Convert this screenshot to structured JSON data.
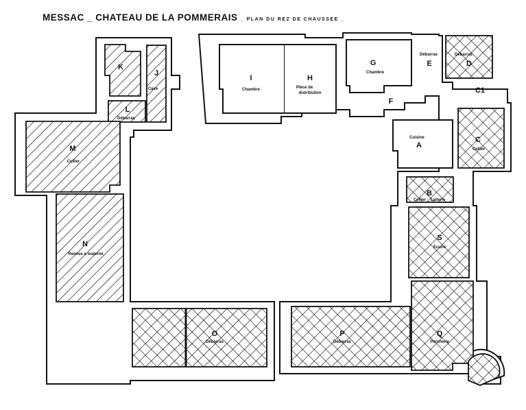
{
  "title": {
    "main": "MESSAC _ CHATEAU DE LA POMMERAIS",
    "sub": "_ PLAN DU REZ DE CHAUSSEE _"
  },
  "rooms": {
    "A": {
      "letter": "A",
      "label": "Cuisine"
    },
    "B": {
      "letter": "B",
      "label": "Cellier _ Laiterie"
    },
    "C": {
      "letter": "C",
      "label": "Cellier"
    },
    "C1": {
      "letter": "C1"
    },
    "D": {
      "letter": "D",
      "label": "Débarras"
    },
    "E": {
      "letter": "E",
      "label": "Débarras"
    },
    "F": {
      "letter": "F"
    },
    "G": {
      "letter": "G",
      "label": "Chambre"
    },
    "H": {
      "letter": "H",
      "label1": "Pièce de",
      "label2": "distribution"
    },
    "I": {
      "letter": "I",
      "label": "Chambre"
    },
    "J": {
      "letter": "J",
      "label": "Cave"
    },
    "K": {
      "letter": "K"
    },
    "L": {
      "letter": "L",
      "label": "Débarras"
    },
    "M": {
      "letter": "M",
      "label": "Cellier"
    },
    "N": {
      "letter": "N",
      "label": "Remise à materiel"
    },
    "O": {
      "letter": "O",
      "label": "Débarras"
    },
    "P": {
      "letter": "P",
      "label": "Débarras"
    },
    "Q": {
      "letter": "Q",
      "label": "Porcherie"
    },
    "S": {
      "letter": "S",
      "label": "Ecurie"
    }
  }
}
